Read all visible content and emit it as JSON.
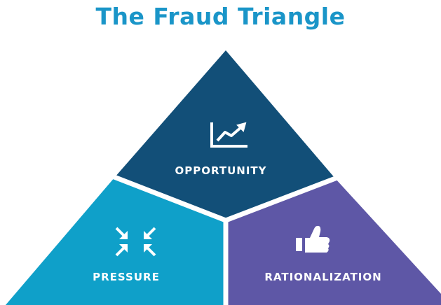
{
  "title": "The Fraud Triangle",
  "segments": {
    "opportunity": {
      "label": "OPPORTUNITY",
      "icon": "chart-growth-icon"
    },
    "pressure": {
      "label": "PRESSURE",
      "icon": "arrows-inward-icon"
    },
    "rationalization": {
      "label": "RATIONALIZATION",
      "icon": "thumbs-up-icon"
    }
  },
  "colors": {
    "title": "#1a95c8",
    "opportunity": "#124f78",
    "pressure": "#0fa0c9",
    "rationalization": "#5e57a6",
    "text": "#ffffff",
    "divider": "#ffffff"
  }
}
